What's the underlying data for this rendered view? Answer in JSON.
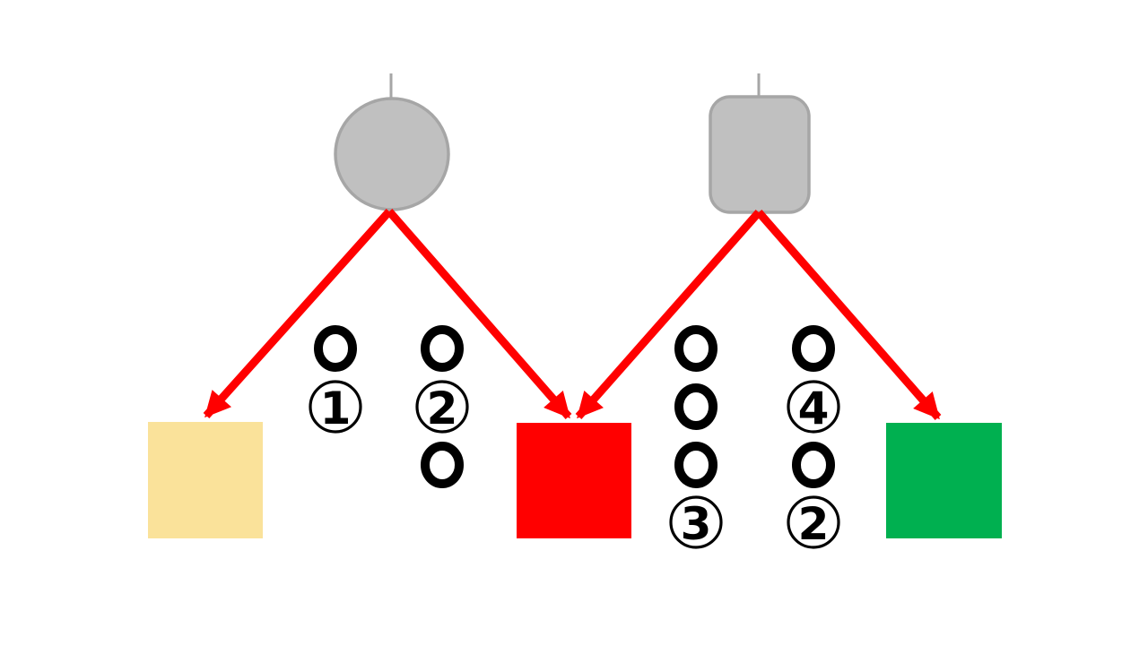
{
  "colors": {
    "background": "#ffffff",
    "balloon_fill": "#c0c0c0",
    "balloon_stroke": "#a6a6a6",
    "stem": "#a6a6a6",
    "arrow": "#ff0000",
    "yellow_square": "#fae29a",
    "red_square": "#ff0000",
    "green_square": "#00b050",
    "counter_stroke": "#000000",
    "counter_fill": "#ffffff",
    "number_color": "#000000"
  },
  "balloons": [
    {
      "shape": "circle",
      "has_stem": true
    },
    {
      "shape": "rounded-rect",
      "has_stem": true
    }
  ],
  "squares": [
    {
      "name": "yellow"
    },
    {
      "name": "red"
    },
    {
      "name": "green"
    }
  ],
  "arrows": [
    {
      "from": "circle-balloon",
      "to": "yellow-square"
    },
    {
      "from": "circle-balloon",
      "to": "red-square"
    },
    {
      "from": "rounded-balloon",
      "to": "red-square"
    },
    {
      "from": "rounded-balloon",
      "to": "green-square"
    }
  ],
  "counter_columns": [
    {
      "cells": [
        {
          "type": "circle"
        },
        {
          "type": "number",
          "value": "1"
        }
      ]
    },
    {
      "cells": [
        {
          "type": "circle"
        },
        {
          "type": "number",
          "value": "2"
        },
        {
          "type": "circle"
        }
      ]
    },
    {
      "cells": [
        {
          "type": "circle"
        },
        {
          "type": "circle"
        },
        {
          "type": "circle"
        },
        {
          "type": "number",
          "value": "3"
        }
      ]
    },
    {
      "cells": [
        {
          "type": "circle"
        },
        {
          "type": "number",
          "value": "4"
        },
        {
          "type": "circle"
        },
        {
          "type": "number",
          "value": "2"
        }
      ]
    }
  ]
}
